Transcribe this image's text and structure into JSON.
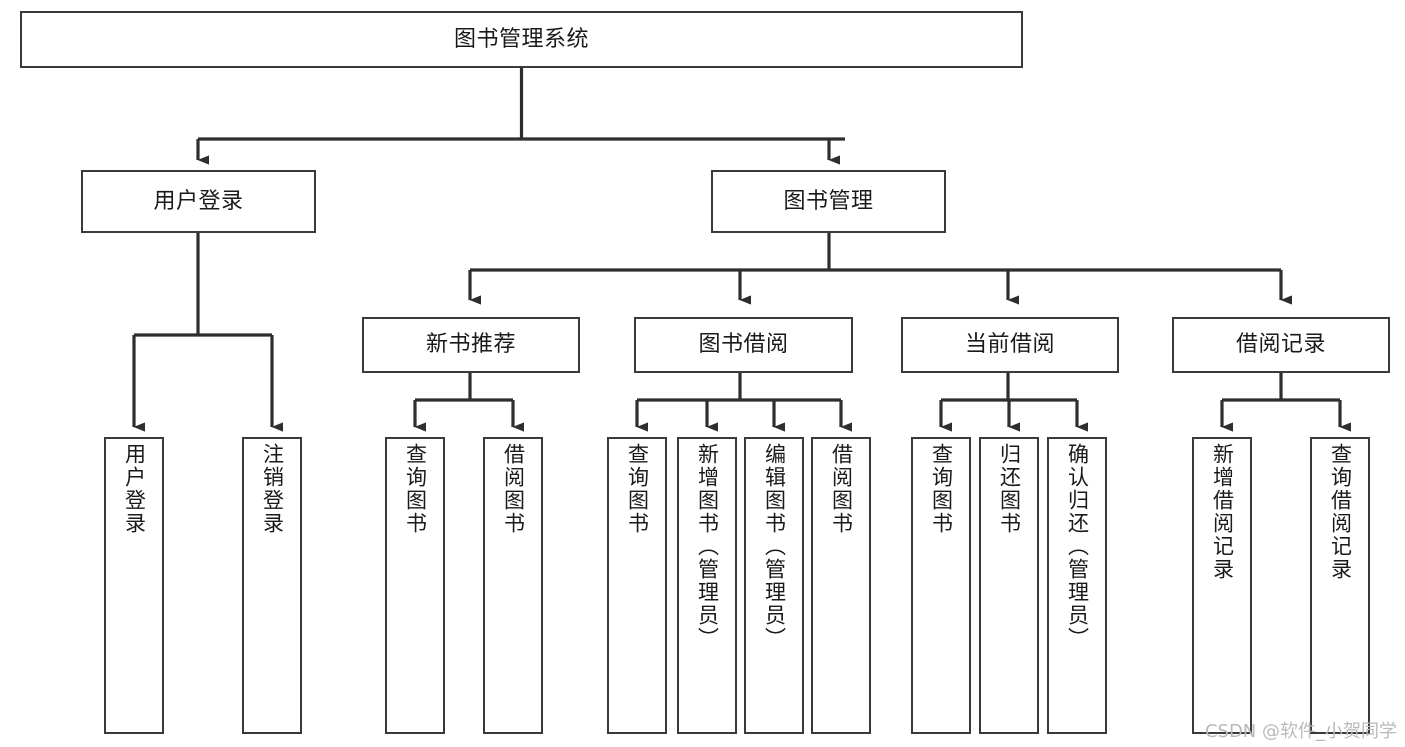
{
  "diagram": {
    "type": "tree",
    "title": "图书管理系统",
    "orientation": "top-down",
    "colors": {
      "node_border": "#3a3a3a",
      "node_fill": "#ffffff",
      "edge": "#2e2e2e",
      "text": "#1a1a1a",
      "watermark": "#b9b9b9",
      "background": "#ffffff"
    },
    "root": {
      "id": "root",
      "label": "图书管理系统"
    },
    "level2": [
      {
        "id": "user-login",
        "label": "用户登录"
      },
      {
        "id": "book-manage",
        "label": "图书管理"
      }
    ],
    "level3": [
      {
        "id": "new-book-recommend",
        "label": "新书推荐",
        "parent": "book-manage"
      },
      {
        "id": "book-borrow",
        "label": "图书借阅",
        "parent": "book-manage"
      },
      {
        "id": "current-borrow",
        "label": "当前借阅",
        "parent": "book-manage"
      },
      {
        "id": "borrow-record",
        "label": "借阅记录",
        "parent": "book-manage"
      }
    ],
    "leaves": {
      "user_login": [
        {
          "id": "leaf-user-login",
          "label": "用户登录"
        },
        {
          "id": "leaf-logout-login",
          "label": "注销登录"
        }
      ],
      "new_book_recommend": [
        {
          "id": "leaf-query-book-1",
          "label": "查询图书"
        },
        {
          "id": "leaf-borrow-book-1",
          "label": "借阅图书"
        }
      ],
      "book_borrow": [
        {
          "id": "leaf-query-book-2",
          "label": "查询图书"
        },
        {
          "id": "leaf-add-book",
          "label": "新增图书（管理员）"
        },
        {
          "id": "leaf-edit-book",
          "label": "编辑图书（管理员）"
        },
        {
          "id": "leaf-borrow-book-2",
          "label": "借阅图书"
        }
      ],
      "current_borrow": [
        {
          "id": "leaf-query-book-3",
          "label": "查询图书"
        },
        {
          "id": "leaf-return-book",
          "label": "归还图书"
        },
        {
          "id": "leaf-confirm-return",
          "label": "确认归还（管理员）"
        }
      ],
      "borrow_record": [
        {
          "id": "leaf-add-record",
          "label": "新增借阅记录"
        },
        {
          "id": "leaf-query-record",
          "label": "查询借阅记录"
        }
      ]
    }
  },
  "watermark": {
    "text": "CSDN @软件_小贺同学"
  }
}
